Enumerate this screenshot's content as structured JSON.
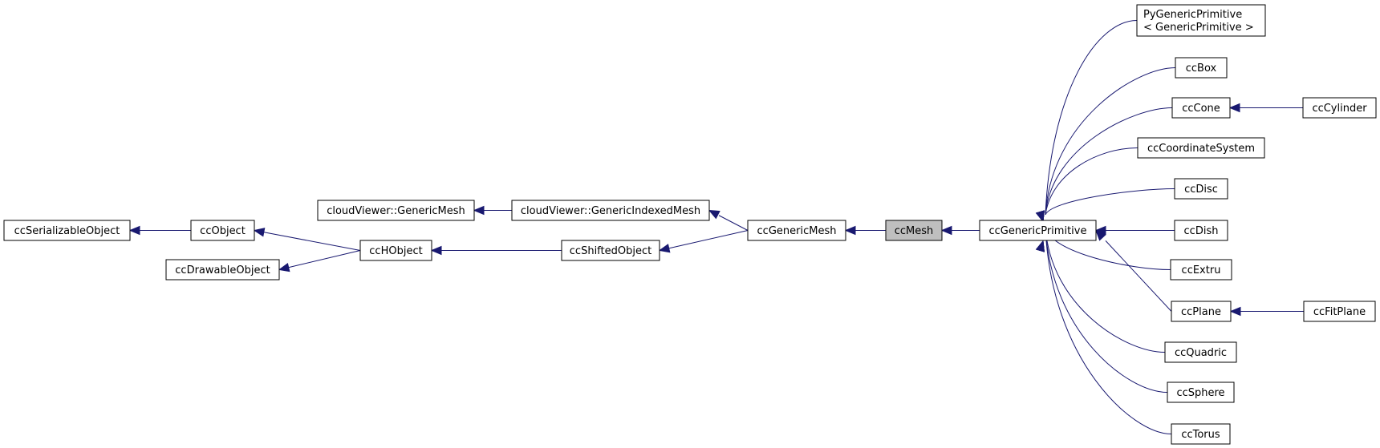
{
  "colors": {
    "edge": "#191970",
    "node_border": "#000000",
    "current_node_fill": "#bfbfbf",
    "node_fill": "#ffffff"
  },
  "nodes": {
    "ccSerializableObject": {
      "label": "ccSerializableObject"
    },
    "ccObject": {
      "label": "ccObject"
    },
    "ccDrawableObject": {
      "label": "ccDrawableObject"
    },
    "ccHObject": {
      "label": "ccHObject"
    },
    "GenericMesh": {
      "label": "cloudViewer::GenericMesh"
    },
    "GenericIndexedMesh": {
      "label": "cloudViewer::GenericIndexedMesh"
    },
    "ccShiftedObject": {
      "label": "ccShiftedObject"
    },
    "ccGenericMesh": {
      "label": "ccGenericMesh"
    },
    "ccMesh": {
      "label": "ccMesh"
    },
    "ccGenericPrimitive": {
      "label": "ccGenericPrimitive"
    },
    "PyGenericPrimitive": {
      "label": "PyGenericPrimitive",
      "label2": "< GenericPrimitive >"
    },
    "ccBox": {
      "label": "ccBox"
    },
    "ccCone": {
      "label": "ccCone"
    },
    "ccCylinder": {
      "label": "ccCylinder"
    },
    "ccCoordinateSystem": {
      "label": "ccCoordinateSystem"
    },
    "ccDisc": {
      "label": "ccDisc"
    },
    "ccDish": {
      "label": "ccDish"
    },
    "ccExtru": {
      "label": "ccExtru"
    },
    "ccPlane": {
      "label": "ccPlane"
    },
    "ccFitPlane": {
      "label": "ccFitPlane"
    },
    "ccQuadric": {
      "label": "ccQuadric"
    },
    "ccSphere": {
      "label": "ccSphere"
    },
    "ccTorus": {
      "label": "ccTorus"
    }
  },
  "current_node": "ccMesh",
  "edges": [
    {
      "from": "ccObject",
      "to": "ccSerializableObject"
    },
    {
      "from": "ccHObject",
      "to": "ccObject"
    },
    {
      "from": "ccHObject",
      "to": "ccDrawableObject"
    },
    {
      "from": "ccShiftedObject",
      "to": "ccHObject"
    },
    {
      "from": "GenericIndexedMesh",
      "to": "GenericMesh"
    },
    {
      "from": "ccGenericMesh",
      "to": "GenericIndexedMesh"
    },
    {
      "from": "ccGenericMesh",
      "to": "ccShiftedObject"
    },
    {
      "from": "ccMesh",
      "to": "ccGenericMesh"
    },
    {
      "from": "ccGenericPrimitive",
      "to": "ccMesh"
    },
    {
      "from": "PyGenericPrimitive",
      "to": "ccGenericPrimitive"
    },
    {
      "from": "ccBox",
      "to": "ccGenericPrimitive"
    },
    {
      "from": "ccCone",
      "to": "ccGenericPrimitive"
    },
    {
      "from": "ccCylinder",
      "to": "ccCone"
    },
    {
      "from": "ccCoordinateSystem",
      "to": "ccGenericPrimitive"
    },
    {
      "from": "ccDisc",
      "to": "ccGenericPrimitive"
    },
    {
      "from": "ccDish",
      "to": "ccGenericPrimitive"
    },
    {
      "from": "ccExtru",
      "to": "ccGenericPrimitive"
    },
    {
      "from": "ccPlane",
      "to": "ccGenericPrimitive"
    },
    {
      "from": "ccFitPlane",
      "to": "ccPlane"
    },
    {
      "from": "ccQuadric",
      "to": "ccGenericPrimitive"
    },
    {
      "from": "ccSphere",
      "to": "ccGenericPrimitive"
    },
    {
      "from": "ccTorus",
      "to": "ccGenericPrimitive"
    }
  ]
}
